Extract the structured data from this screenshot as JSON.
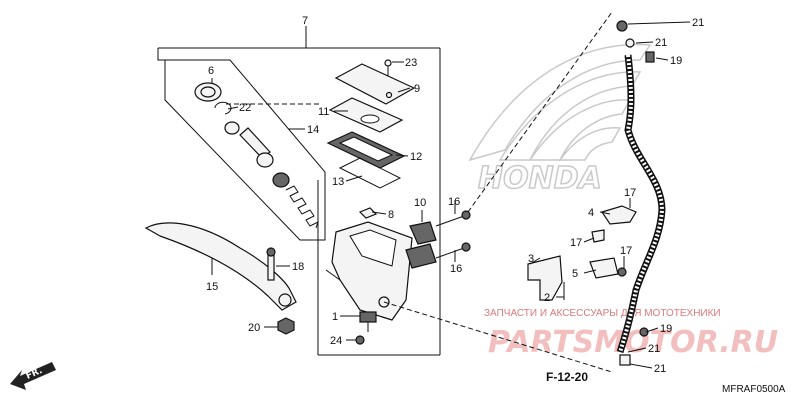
{
  "parts": [
    {
      "key": "p7",
      "number": "7"
    },
    {
      "key": "p6",
      "number": "6"
    },
    {
      "key": "p22",
      "number": "22"
    },
    {
      "key": "p14",
      "number": "14"
    },
    {
      "key": "p23",
      "number": "23"
    },
    {
      "key": "p9",
      "number": "9"
    },
    {
      "key": "p11",
      "number": "11"
    },
    {
      "key": "p12",
      "number": "12"
    },
    {
      "key": "p13",
      "number": "13"
    },
    {
      "key": "p10",
      "number": "10"
    },
    {
      "key": "p8",
      "number": "8"
    },
    {
      "key": "p16a",
      "number": "16"
    },
    {
      "key": "p16b",
      "number": "16"
    },
    {
      "key": "p18",
      "number": "18"
    },
    {
      "key": "p15",
      "number": "15"
    },
    {
      "key": "p20",
      "number": "20"
    },
    {
      "key": "p1",
      "number": "1"
    },
    {
      "key": "p24",
      "number": "24"
    },
    {
      "key": "p21a",
      "number": "21"
    },
    {
      "key": "p21b",
      "number": "21"
    },
    {
      "key": "p19a",
      "number": "19"
    },
    {
      "key": "p17a",
      "number": "17"
    },
    {
      "key": "p4",
      "number": "4"
    },
    {
      "key": "p17b",
      "number": "17"
    },
    {
      "key": "p17c",
      "number": "17"
    },
    {
      "key": "p3",
      "number": "3"
    },
    {
      "key": "p5",
      "number": "5"
    },
    {
      "key": "p2",
      "number": "2"
    },
    {
      "key": "p19b",
      "number": "19"
    },
    {
      "key": "p21c",
      "number": "21"
    },
    {
      "key": "p21d",
      "number": "21"
    }
  ],
  "reference": "F-12-20",
  "diagram_code": "MFRAF0500A",
  "direction_label": "FR.",
  "brand_logo": "HONDA",
  "watermark": {
    "caption": "ЗАПЧАСТИ И АКСЕССУАРЫ ДЛЯ МОТОТЕХНИКИ",
    "logo_text": "PARTSMOTOR.RU"
  },
  "colors": {
    "ink": "#111111",
    "watermark": "#e88a8a",
    "logo_outline": "#c9c9c9"
  }
}
